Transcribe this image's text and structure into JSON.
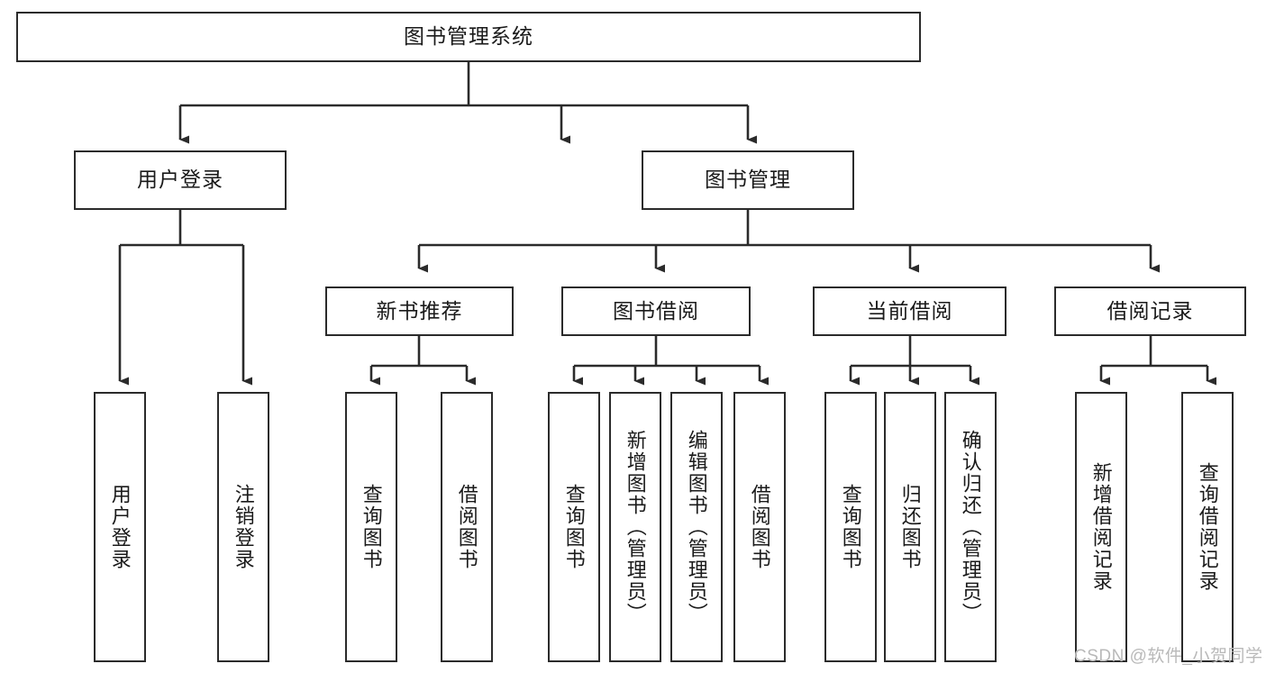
{
  "diagram": {
    "type": "tree-hierarchy",
    "title": "图书管理系统",
    "watermark": "CSDN @软件_小贺同学",
    "colors": {
      "stroke": "#2b2b2b",
      "fill": "#ffffff",
      "text": "#1a1a1a",
      "watermark": "#b9b9b9"
    },
    "nodes": {
      "root": {
        "label": "图书管理系统",
        "level": 0,
        "orientation": "horizontal"
      },
      "l1": [
        {
          "id": "user-login",
          "label": "用户登录",
          "level": 1,
          "orientation": "horizontal"
        },
        {
          "id": "book-manage",
          "label": "图书管理",
          "level": 1,
          "orientation": "horizontal"
        }
      ],
      "l2": [
        {
          "id": "new-book-recommend",
          "label": "新书推荐",
          "level": 2,
          "orientation": "horizontal"
        },
        {
          "id": "book-borrow",
          "label": "图书借阅",
          "level": 2,
          "orientation": "horizontal"
        },
        {
          "id": "current-borrow",
          "label": "当前借阅",
          "level": 2,
          "orientation": "horizontal"
        },
        {
          "id": "borrow-record",
          "label": "借阅记录",
          "level": 2,
          "orientation": "horizontal"
        }
      ],
      "leaves": [
        {
          "id": "leaf-user-login",
          "label": "用户登录",
          "parent": "user-login",
          "orientation": "vertical"
        },
        {
          "id": "leaf-logout-login",
          "label": "注销登录",
          "parent": "user-login",
          "orientation": "vertical"
        },
        {
          "id": "leaf-query-book-1",
          "label": "查询图书",
          "parent": "new-book-recommend",
          "orientation": "vertical"
        },
        {
          "id": "leaf-borrow-book-1",
          "label": "借阅图书",
          "parent": "new-book-recommend",
          "orientation": "vertical"
        },
        {
          "id": "leaf-query-book-2",
          "label": "查询图书",
          "parent": "book-borrow",
          "orientation": "vertical"
        },
        {
          "id": "leaf-add-book",
          "label": "新增图书（管理员）",
          "parent": "book-borrow",
          "orientation": "vertical"
        },
        {
          "id": "leaf-edit-book",
          "label": "编辑图书（管理员）",
          "parent": "book-borrow",
          "orientation": "vertical"
        },
        {
          "id": "leaf-borrow-book-2",
          "label": "借阅图书",
          "parent": "book-borrow",
          "orientation": "vertical"
        },
        {
          "id": "leaf-query-book-3",
          "label": "查询图书",
          "parent": "current-borrow",
          "orientation": "vertical"
        },
        {
          "id": "leaf-return-book",
          "label": "归还图书",
          "parent": "current-borrow",
          "orientation": "vertical"
        },
        {
          "id": "leaf-confirm-return",
          "label": "确认归还（管理员）",
          "parent": "current-borrow",
          "orientation": "vertical"
        },
        {
          "id": "leaf-add-record",
          "label": "新增借阅记录",
          "parent": "borrow-record",
          "orientation": "vertical"
        },
        {
          "id": "leaf-query-record",
          "label": "查询借阅记录",
          "parent": "borrow-record",
          "orientation": "vertical"
        }
      ]
    }
  }
}
